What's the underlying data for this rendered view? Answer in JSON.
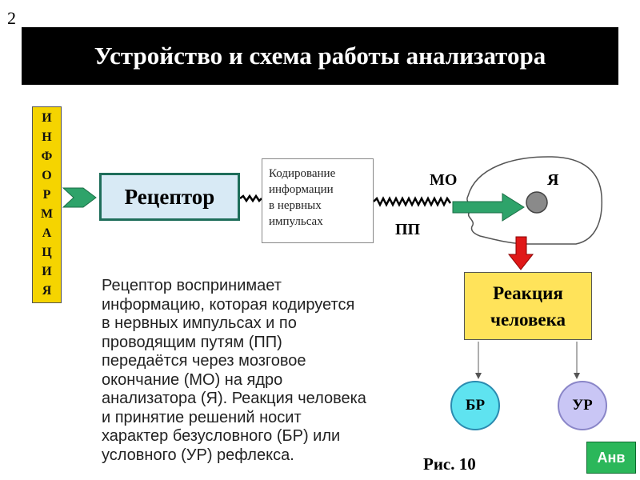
{
  "slide_number": "2",
  "title": "Устройство и схема работы анализатора",
  "info_letters": [
    "И",
    "Н",
    "Ф",
    "О",
    "Р",
    "М",
    "А",
    "Ц",
    "И",
    "Я"
  ],
  "receptor_label": "Рецептор",
  "coding_lines": [
    "Кодирование",
    "информации",
    "в нервных",
    "импульсах"
  ],
  "mo_label": "МО",
  "ya_label": "Я",
  "pp_label": "ПП",
  "reaction_lines": [
    "Реакция",
    "человека"
  ],
  "br_label": "БР",
  "ur_label": "УР",
  "description_lines": [
    "Рецептор воспринимает",
    "информацию, которая  кодируется",
    "в нервных импульсах и по",
    "проводящим путям (ПП)",
    "передаётся через мозговое",
    "окончание (МО) на ядро",
    "анализатора (Я). Реакция человека",
    "и принятие решений носит",
    "характер безусловного (БР) или",
    "условного (УР) рефлекса."
  ],
  "figure_caption": "Рис. 10",
  "anv_button": "Анв",
  "colors": {
    "title_bg": "#000000",
    "info_box": "#f5d400",
    "receptor_bg": "#d8eaf5",
    "receptor_border": "#1f6e5a",
    "arrow_green": "#2ea36a",
    "arrow_red": "#e01818",
    "reaction_bg": "#ffe35a",
    "br_circle": "#5fe3f0",
    "ur_circle": "#c9c6f5",
    "anv_button": "#2bb75a"
  }
}
